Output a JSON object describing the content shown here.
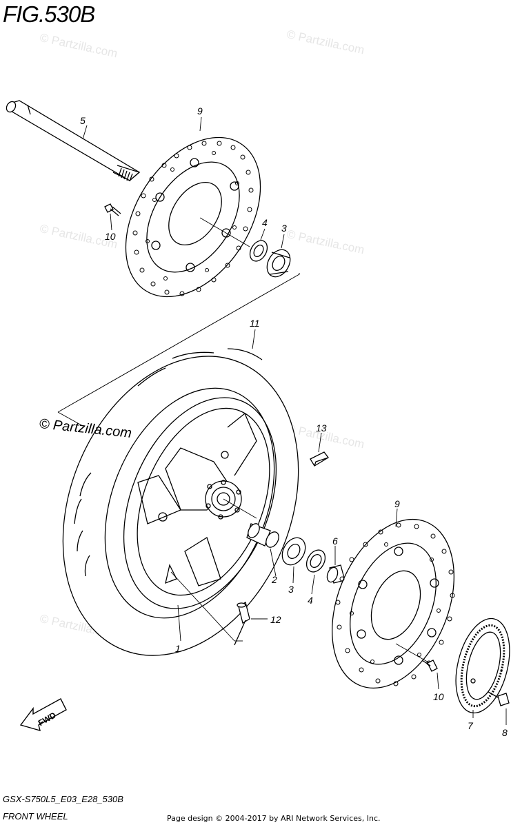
{
  "figure": {
    "title": "FIG.530B",
    "model_code": "GSX-S750L5_E03_E28_530B",
    "name": "FRONT WHEEL"
  },
  "copyright": "© Partzilla.com",
  "watermark": "© Partzilla.com",
  "footer": "Page design © 2004-2017 by ARI Network Services, Inc.",
  "fwd_label": "FWD",
  "callouts": {
    "c1": "1",
    "c2": "2",
    "c3a": "3",
    "c3b": "3",
    "c4a": "4",
    "c4b": "4",
    "c5": "5",
    "c6": "6",
    "c7": "7",
    "c8": "8",
    "c9a": "9",
    "c9b": "9",
    "c10a": "10",
    "c10b": "10",
    "c11": "11",
    "c12": "12",
    "c13": "13"
  }
}
